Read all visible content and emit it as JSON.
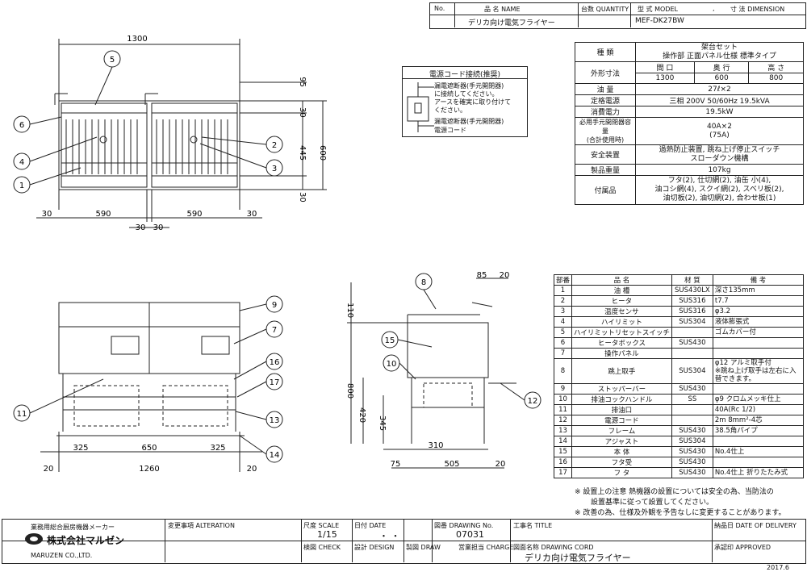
{
  "header": {
    "no_label": "No.",
    "name_label": "品 名 NAME",
    "qty_label": "台数 QUANTITY",
    "model_label": "型 式 MODEL",
    "dim_label": "寸 法 DIMENSION",
    "dot": ",",
    "product_name": "デリカ向け電気フライヤー",
    "model_value": "MEF-DK27BW"
  },
  "spec": {
    "rows": [
      {
        "label": "種 類",
        "value": "架台セット\n操作部 正面パネル仕様 標準タイプ"
      },
      {
        "label": "外形寸法",
        "sub": [
          "間 口",
          "奥 行",
          "高 さ"
        ],
        "vals": [
          "1300",
          "600",
          "800"
        ]
      },
      {
        "label": "油 量",
        "value": "27ℓ×2"
      },
      {
        "label": "定格電源",
        "value": "三相 200V 50/60Hz 19.5kVA"
      },
      {
        "label": "消費電力",
        "value": "19.5kW"
      },
      {
        "label": "必用手元開閉器容量\n(合計使用時)",
        "value": "40A×2\n(75A)"
      },
      {
        "label": "安全装置",
        "value": "過熱防止装置, 跳ね上げ停止スイッチ\nスローダウン機構"
      },
      {
        "label": "製品重量",
        "value": "107kg"
      },
      {
        "label": "付属品",
        "value": "フタ(2), 仕切網(2), 油缶 小(4),\n油コシ網(4), スクイ網(2), スベリ板(2),\n油切板(2), 油切網(2), 合わせ板(1)"
      }
    ]
  },
  "power_note": {
    "title": "電源コード接続(推奨)",
    "line1": "漏電遮断器(手元開閉器)",
    "line2": "に接続してください。",
    "line3": "アースを確実に取り付けて",
    "line4": "ください。",
    "line5": "漏電遮断器(手元開閉器)",
    "line6": "電源コード"
  },
  "parts": {
    "headers": [
      "部番",
      "品 名",
      "材 質",
      "備 考"
    ],
    "rows": [
      [
        "1",
        "油 槽",
        "SUS430LX",
        "深さ135mm"
      ],
      [
        "2",
        "ヒータ",
        "SUS316",
        "t7.7"
      ],
      [
        "3",
        "温度センサ",
        "SUS316",
        "φ3.2"
      ],
      [
        "4",
        "ハイリミット",
        "SUS304",
        "液体膨張式"
      ],
      [
        "5",
        "ハイリミットリセットスイッチ",
        "",
        "ゴムカバー付"
      ],
      [
        "6",
        "ヒータボックス",
        "SUS430",
        ""
      ],
      [
        "7",
        "操作パネル",
        "",
        ""
      ],
      [
        "8",
        "跳上取手",
        "SUS304",
        "φ12 アルミ取手付\n※跳ね上げ取手は左右に入替できます。"
      ],
      [
        "9",
        "ストッパーバー",
        "SUS430",
        ""
      ],
      [
        "10",
        "排油コックハンドル",
        "SS",
        "φ9 クロムメッキ仕上"
      ],
      [
        "11",
        "排油口",
        "",
        "40A(Rc 1/2)"
      ],
      [
        "12",
        "電源コード",
        "",
        "2m 8mm²-4芯"
      ],
      [
        "13",
        "フレーム",
        "SUS430",
        "38.5角パイプ"
      ],
      [
        "14",
        "アジャスト",
        "SUS304",
        ""
      ],
      [
        "15",
        "本 体",
        "SUS430",
        "No.4仕上"
      ],
      [
        "16",
        "フタ受",
        "SUS430",
        ""
      ],
      [
        "17",
        "フ タ",
        "SUS430",
        "No.4仕上 折りたたみ式"
      ]
    ]
  },
  "notes": [
    "※ 設置上の注意 熱機器の設置については安全の為、当防法の",
    "設置基準に従って設置してください。",
    "※ 改善の為、仕様及外観を予告なしに変更することがあります。"
  ],
  "dims_top": {
    "width": "1300",
    "d95": "95",
    "d30a": "30",
    "d445": "445",
    "d600": "600",
    "d30b": "30",
    "b30a": "30",
    "b590a": "590",
    "b590b": "590",
    "b30b": "30",
    "c30a": "30",
    "c30b": "30"
  },
  "dims_front": {
    "d325a": "325",
    "d650": "650",
    "d325b": "325",
    "d20a": "20",
    "d1260": "1260",
    "d20b": "20"
  },
  "dims_side": {
    "d110": "110",
    "d800": "800",
    "d420": "420",
    "d345": "345",
    "d85": "85",
    "d20": "20",
    "d310": "310",
    "d75": "75",
    "d505": "505",
    "d20b": "20"
  },
  "callouts": [
    "1",
    "2",
    "3",
    "4",
    "5",
    "6",
    "7",
    "8",
    "9",
    "10",
    "11",
    "12",
    "13",
    "14",
    "15",
    "16",
    "17"
  ],
  "title_block": {
    "maker_tag": "業務用総合厨房機器メーカー",
    "company": "株式会社マルゼン",
    "company_en": "MARUZEN CO.,LTD.",
    "alteration_label": "変更事項 ALTERATION",
    "scale_label": "尺度 SCALE",
    "scale_value": "1/15",
    "date_label": "日付 DATE",
    "date_value": "・ ・",
    "drawing_no_label": "図番 DRAWING No.",
    "drawing_no": "07031",
    "title_label": "工事名 TITLE",
    "delivery_label": "納品日 DATE OF DELIVERY",
    "check_label": "検図 CHECK",
    "design_label": "設計 DESIGN",
    "draw_label": "製図 DRAW",
    "charge_label": "営業担当 CHARGE",
    "cord_label": "図面名称 DRAWING CORD",
    "cord_value": "デリカ向け電気フライヤー",
    "approved_label": "承認印 APPROVED",
    "year": "2017.6"
  }
}
